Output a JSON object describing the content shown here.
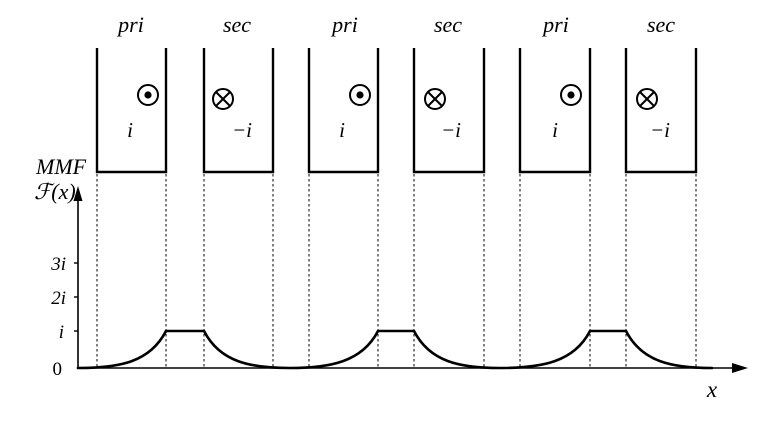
{
  "winding_labels": {
    "primary": "pri",
    "secondary": "sec",
    "primary_current": "i",
    "secondary_current": "−i"
  },
  "slot_groups": [
    {
      "primary": "pri",
      "secondary": "sec",
      "primary_current": "i",
      "secondary_current": "−i"
    },
    {
      "primary": "pri",
      "secondary": "sec",
      "primary_current": "i",
      "secondary_current": "−i"
    },
    {
      "primary": "pri",
      "secondary": "sec",
      "primary_current": "i",
      "secondary_current": "−i"
    }
  ],
  "axes": {
    "y_title": "MMF",
    "y_function": "ℱ(x)",
    "x_label": "x",
    "y_ticks": [
      "0",
      "i",
      "2i",
      "3i"
    ]
  },
  "icons": {
    "current_out": "dot-in-circle-icon",
    "current_in": "cross-in-circle-icon"
  },
  "colors": {
    "ink": "#000000",
    "background": "#ffffff"
  }
}
